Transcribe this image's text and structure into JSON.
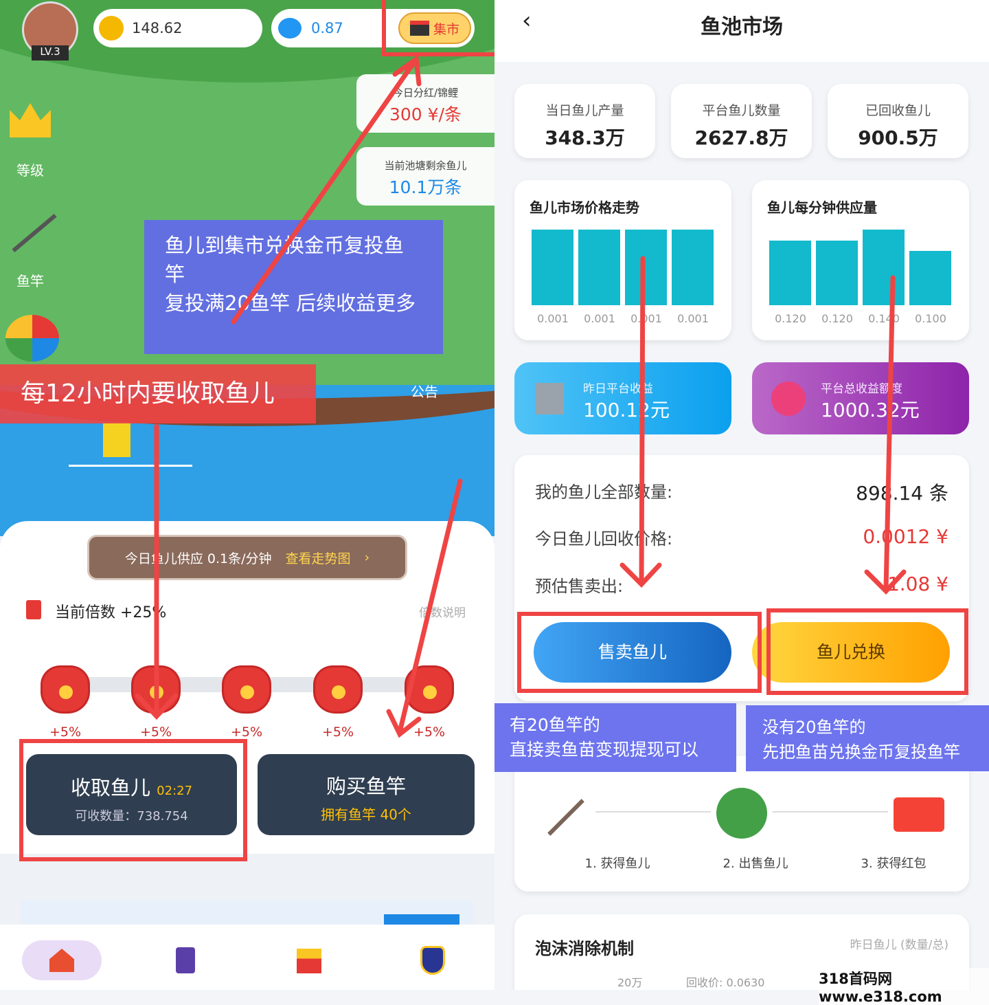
{
  "left": {
    "level": "LV.3",
    "coins": "148.62",
    "gems": "0.87",
    "market_button": "集市",
    "dividend": {
      "label": "今日分红/锦鲤",
      "value": "300 ¥/条"
    },
    "pond_remaining": {
      "label": "当前池塘剩余鱼儿",
      "value": "10.1万条"
    },
    "side_items": [
      {
        "label": "等级",
        "icon": "crown-icon"
      },
      {
        "label": "鱼竿",
        "icon": "fishing-rod-icon"
      }
    ],
    "announcement": "公告",
    "supply_bar": {
      "text": "今日鱼儿供应 0.1条/分钟",
      "link": "查看走势图"
    },
    "multiplier": {
      "label": "当前倍数 +25%",
      "help": "倍数说明"
    },
    "bonuses": [
      "+5%",
      "+5%",
      "+5%",
      "+5%",
      "+5%"
    ],
    "collect_button": {
      "title": "收取鱼儿",
      "timer": "02:27",
      "sub": "可收数量：738.754"
    },
    "buy_button": {
      "title": "购买鱼竿",
      "sub": "拥有鱼竿 40个"
    },
    "nav": [
      "home-icon",
      "game-icon",
      "ranking-icon",
      "shield-icon"
    ]
  },
  "annotations": {
    "purple_note": "鱼儿到集市兑换金币复投鱼竿\n复投满20鱼竿 后续收益更多",
    "red_banner": "每12小时内要收取鱼儿",
    "note_sell": "有20鱼竿的\n直接卖鱼苗变现提现可以",
    "note_exchange": "没有20鱼竿的\n先把鱼苗兑换金币复投鱼竿",
    "accent": "#ef4444"
  },
  "right": {
    "title": "鱼池市场",
    "stats": [
      {
        "label": "当日鱼儿产量",
        "value": "348.3万"
      },
      {
        "label": "平台鱼儿数量",
        "value": "2627.8万"
      },
      {
        "label": "已回收鱼儿",
        "value": "900.5万"
      }
    ],
    "chart_data": [
      {
        "type": "bar",
        "title": "鱼儿市场价格走势",
        "categories": [
          "",
          "",
          "",
          ""
        ],
        "values": [
          0.001,
          0.001,
          0.001,
          0.001
        ],
        "labels": [
          "0.001",
          "0.001",
          "0.001",
          "0.001"
        ],
        "color": "#13b9cc"
      },
      {
        "type": "bar",
        "title": "鱼儿每分钟供应量",
        "categories": [
          "",
          "",
          "",
          ""
        ],
        "values": [
          0.12,
          0.12,
          0.14,
          0.1
        ],
        "labels": [
          "0.120",
          "0.120",
          "0.140",
          "0.100"
        ],
        "color": "#13b9cc"
      }
    ],
    "yesterday_income": {
      "label": "昨日平台收益",
      "value": "100.12元"
    },
    "total_income": {
      "label": "平台总收益额度",
      "value": "1000.32元"
    },
    "my_fish": {
      "label": "我的鱼儿全部数量:",
      "value": "898.14 条"
    },
    "recycle_price": {
      "label": "今日鱼儿回收价格:",
      "value": "0.0012 ¥"
    },
    "estimated": {
      "label": "预估售卖出:",
      "value": "1.08 ¥"
    },
    "sell_button": "售卖鱼儿",
    "exchange_button": "鱼儿兑换",
    "steps": [
      "1. 获得鱼儿",
      "2. 出售鱼儿",
      "3. 获得红包"
    ],
    "bubble": {
      "title": "泡沫消除机制",
      "sub": "昨日鱼儿 (数量/总)",
      "amount": "20万",
      "recycle": "回收价: 0.0630"
    }
  },
  "watermark": "318首码网 www.e318.com"
}
